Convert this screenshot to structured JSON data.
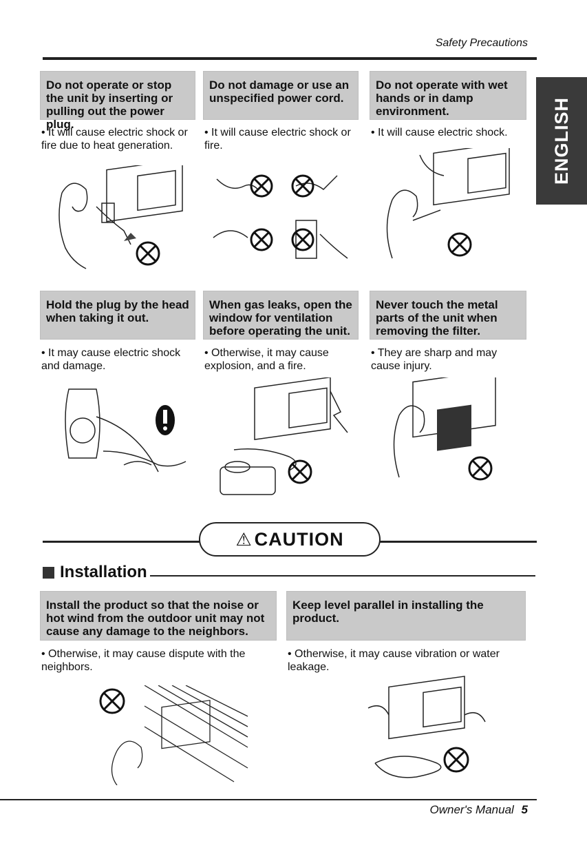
{
  "header": {
    "title": "Safety Precautions"
  },
  "language_tab": "ENGLISH",
  "warnings": [
    {
      "heading": "Do not operate or stop the unit by inserting or pulling out the power plug.",
      "text": "• It will cause electric shock or fire due to heat generation."
    },
    {
      "heading": "Do not damage or use an unspecified power cord.",
      "text": "• It will cause electric shock or fire."
    },
    {
      "heading": "Do not operate with wet hands or in damp environment.",
      "text": "• It will cause electric shock."
    },
    {
      "heading": "Hold the plug by the head when taking it out.",
      "text": "• It may cause electric shock and damage."
    },
    {
      "heading": "When gas leaks, open the window for ventilation before operating the unit.",
      "text": "• Otherwise, it may cause explosion, and a fire."
    },
    {
      "heading": "Never touch the metal parts of the unit when removing the filter.",
      "text": "• They are sharp and may cause injury."
    }
  ],
  "caution": {
    "symbol": "⚠",
    "label": "CAUTION"
  },
  "section": {
    "title": "Installation"
  },
  "cautions": [
    {
      "heading": "Install the product so that the noise or hot wind from the outdoor unit may not cause any damage to the neighbors.",
      "text": "• Otherwise, it may cause dispute with the neighbors."
    },
    {
      "heading": "Keep level parallel in installing the product.",
      "text": "• Otherwise, it may cause vibration or water leakage."
    }
  ],
  "footer": {
    "manual": "Owner's Manual",
    "page": "5"
  }
}
